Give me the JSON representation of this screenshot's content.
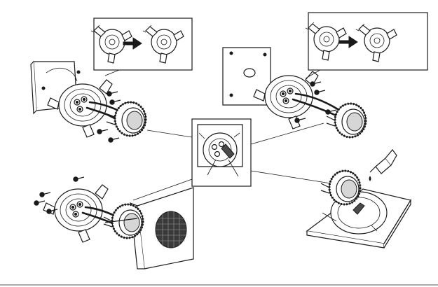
{
  "figure": {
    "caption": "",
    "line_color": "#1a1a1a",
    "background": "#ffffff"
  },
  "panels": [
    {
      "id": "wall-mount-left",
      "arrow_icon": "arrow-right-icon"
    },
    {
      "id": "wall-mount-right",
      "arrow_icon": "arrow-right-icon"
    },
    {
      "id": "detail-center"
    },
    {
      "id": "grille-install"
    },
    {
      "id": "adhesive-apply",
      "tool_icon": "glue-bottle-icon"
    }
  ]
}
